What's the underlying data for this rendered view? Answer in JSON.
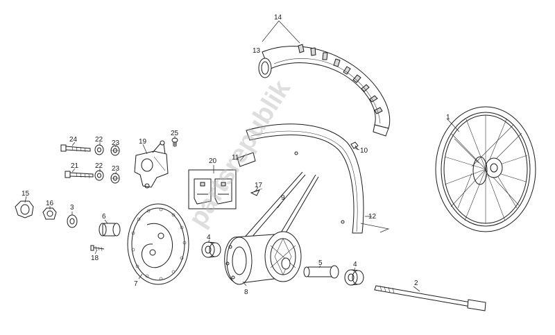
{
  "watermark": "partsrepublik",
  "callouts": [
    {
      "id": "1",
      "label": "1"
    },
    {
      "id": "2",
      "label": "2"
    },
    {
      "id": "3",
      "label": "3"
    },
    {
      "id": "4a",
      "label": "4"
    },
    {
      "id": "4b",
      "label": "4"
    },
    {
      "id": "5",
      "label": "5"
    },
    {
      "id": "6",
      "label": "6"
    },
    {
      "id": "7",
      "label": "7"
    },
    {
      "id": "8",
      "label": "8"
    },
    {
      "id": "9",
      "label": "9"
    },
    {
      "id": "10",
      "label": "10"
    },
    {
      "id": "11",
      "label": "11"
    },
    {
      "id": "12",
      "label": "12"
    },
    {
      "id": "13",
      "label": "13"
    },
    {
      "id": "14",
      "label": "14"
    },
    {
      "id": "15",
      "label": "15"
    },
    {
      "id": "16",
      "label": "16"
    },
    {
      "id": "17",
      "label": "17"
    },
    {
      "id": "18",
      "label": "18"
    },
    {
      "id": "19",
      "label": "19"
    },
    {
      "id": "20",
      "label": "20"
    },
    {
      "id": "21",
      "label": "21"
    },
    {
      "id": "22a",
      "label": "22"
    },
    {
      "id": "22b",
      "label": "22"
    },
    {
      "id": "23a",
      "label": "23"
    },
    {
      "id": "23b",
      "label": "23"
    },
    {
      "id": "24",
      "label": "24"
    },
    {
      "id": "25",
      "label": "25"
    }
  ]
}
